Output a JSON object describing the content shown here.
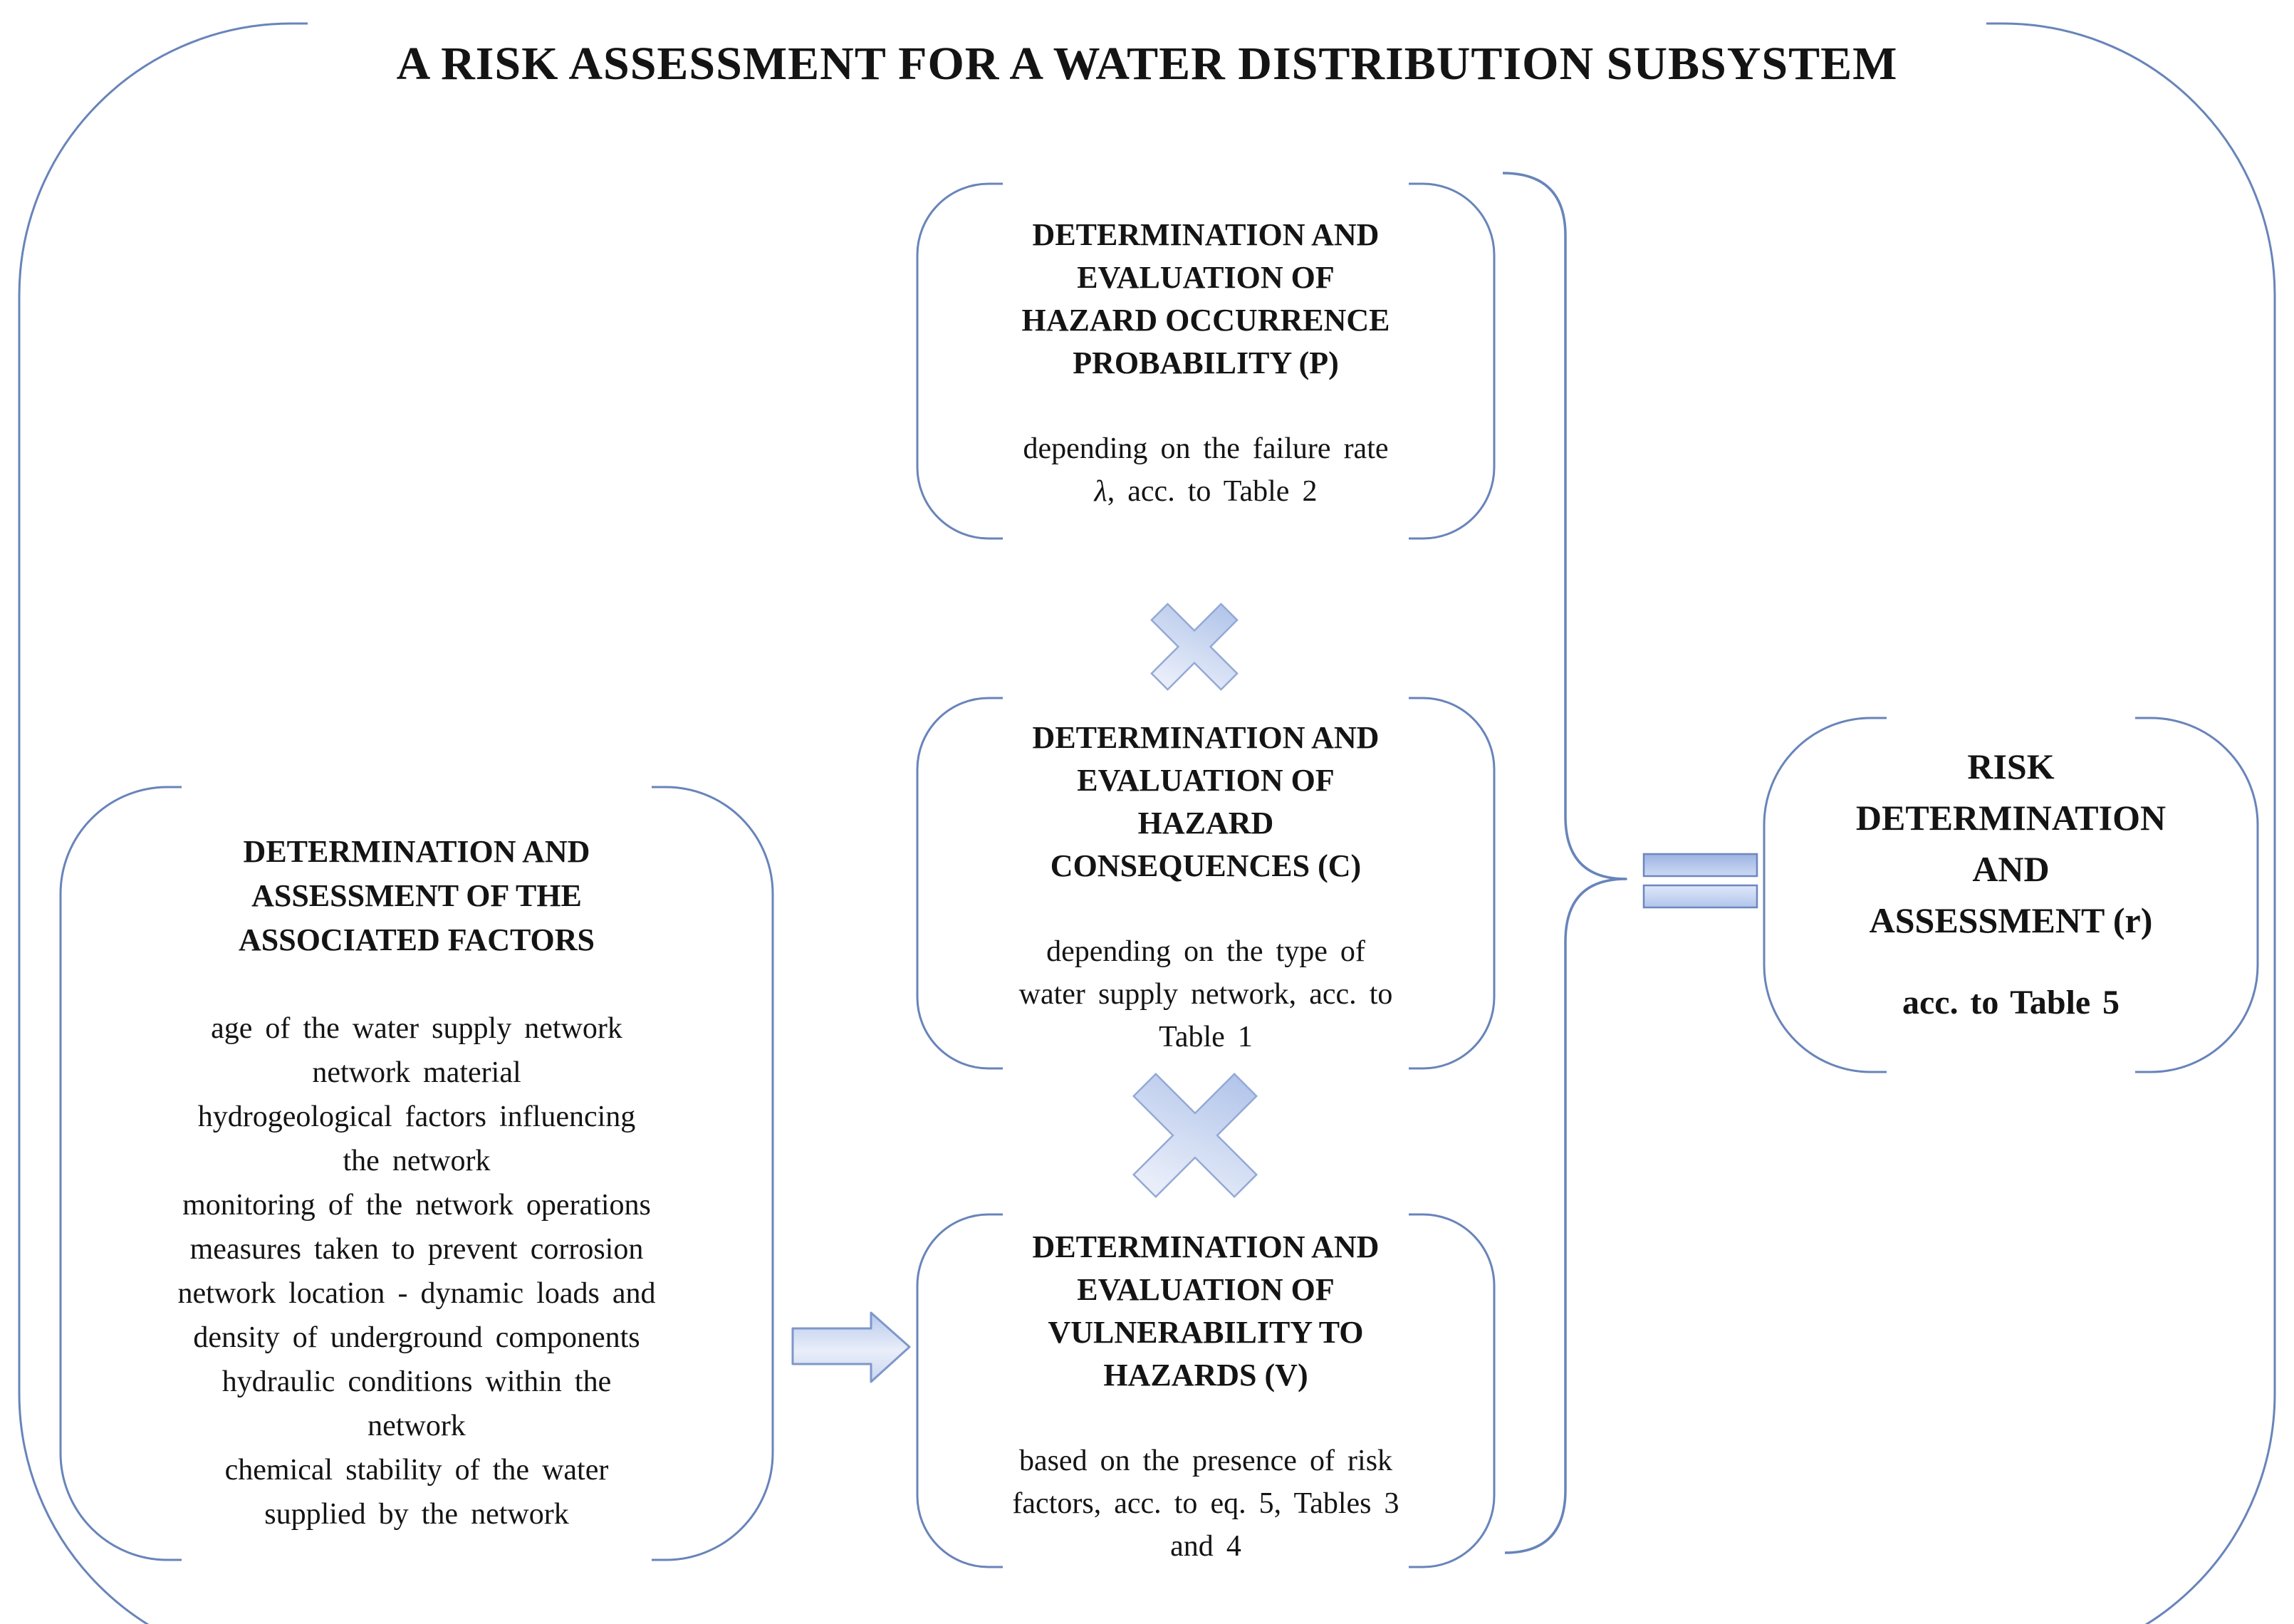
{
  "title": "A RISK ASSESSMENT FOR A WATER DISTRIBUTION SUBSYSTEM",
  "boxes": {
    "probability": {
      "heading_lines": [
        "DETERMINATION AND",
        "EVALUATION OF",
        "HAZARD OCCURRENCE",
        "PROBABILITY (P)"
      ],
      "body_line_1": "depending on the failure rate",
      "lambda": "λ",
      "body_line_2_rest": ", acc. to Table 2"
    },
    "consequences": {
      "heading_lines": [
        "DETERMINATION AND",
        "EVALUATION OF",
        "HAZARD",
        "CONSEQUENCES (C)"
      ],
      "body_lines": [
        "depending on the type of",
        "water supply network, acc. to",
        "Table 1"
      ]
    },
    "vulnerability": {
      "heading_lines": [
        "DETERMINATION AND",
        "EVALUATION OF",
        "VULNERABILITY TO",
        "HAZARDS (V)"
      ],
      "body_lines": [
        "based on the presence of risk",
        "factors, acc. to eq. 5, Tables 3",
        "and 4"
      ]
    },
    "factors": {
      "heading_lines": [
        "DETERMINATION AND",
        "ASSESSMENT OF THE",
        "ASSOCIATED FACTORS"
      ],
      "list_lines": [
        "age of the water supply network",
        "network material",
        "hydrogeological factors influencing",
        "the network",
        "monitoring of the network operations",
        "measures taken to prevent corrosion",
        "network location - dynamic loads and",
        "density of underground components",
        "hydraulic conditions within the",
        "network",
        "chemical stability of the water",
        "supplied by the network"
      ]
    },
    "risk": {
      "heading_lines": [
        "RISK",
        "DETERMINATION",
        "AND",
        "ASSESSMENT (r)"
      ],
      "body": "acc. to Table 5"
    }
  },
  "operators": {
    "multiply_icon": "×",
    "equals_icon": "=",
    "arrow_right_icon": "→",
    "brace_right_icon": "}"
  },
  "colors": {
    "background": "#ffffff",
    "line": "#6884ba",
    "ink": "#141414",
    "multiply_grad_start": "#aabfe8",
    "multiply_grad_end": "#e8edf9",
    "multiply_border": "#93a9d6",
    "equals_bar1_start": "#9db3e2",
    "equals_bar1_end": "#cddaf4",
    "equals_bar2_start": "#dfe8fa",
    "equals_bar2_end": "#b2c5ec",
    "equals_border": "#6c87bf",
    "arrow_start": "#b7c9ec",
    "arrow_mid": "#e9eef9",
    "arrow_end": "#c9d6f0",
    "arrow_border": "#7e97ca"
  }
}
